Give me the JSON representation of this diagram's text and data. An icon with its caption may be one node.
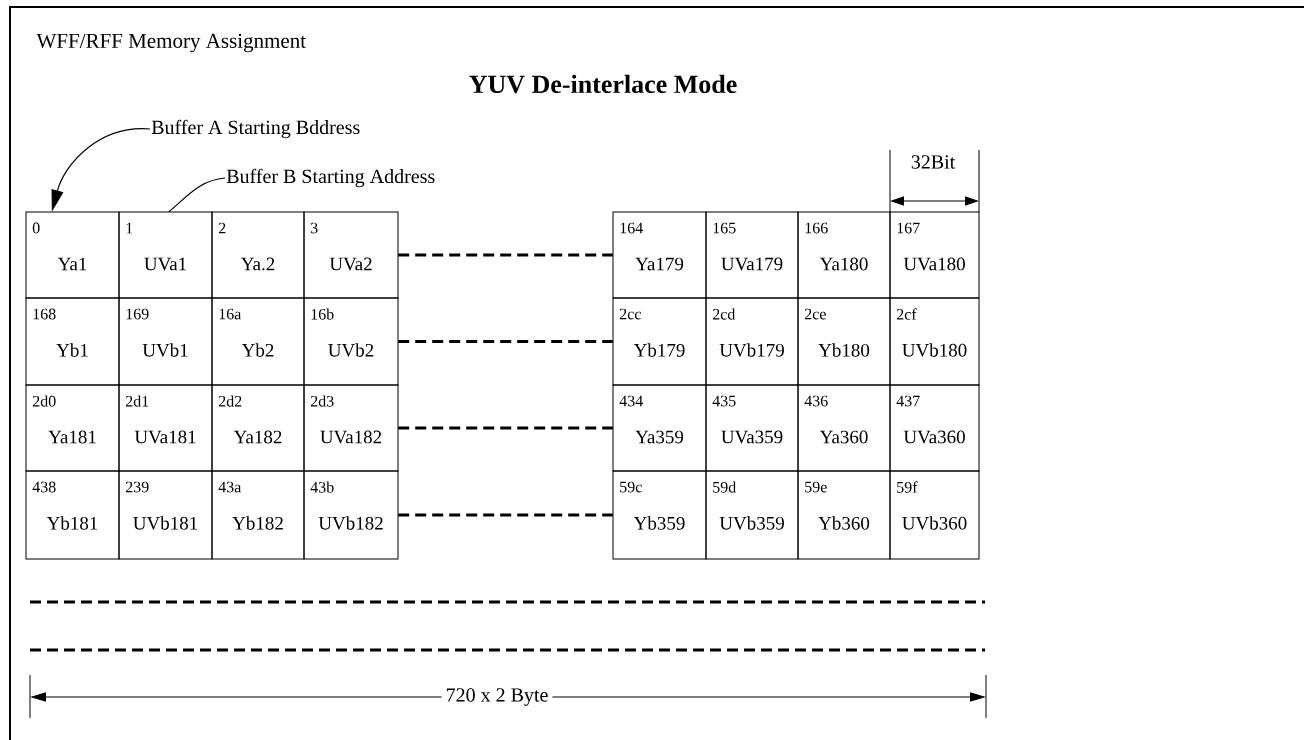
{
  "diagram": {
    "title": "YUV De-interlace Mode",
    "nodes": [
      {
        "text": [
          "Buffer A Starting Bddress"
        ]
      },
      {
        "text": [
          "Buffer B Starting Address"
        ]
      },
      {
        "text": [
          "0",
          "Ya1"
        ]
      },
      {
        "text": [
          "1",
          "UVa1"
        ]
      },
      {
        "text": [
          "2",
          "Ya.2"
        ]
      },
      {
        "text": [
          "3",
          "UVa2"
        ]
      },
      {
        "text": [
          "164",
          "Ya179"
        ]
      },
      {
        "text": [
          "165",
          "UVa179"
        ]
      },
      {
        "text": [
          "166",
          "Ya180"
        ]
      },
      {
        "text": [
          "167",
          "UVa180"
        ]
      },
      {
        "text": [
          "168",
          "Yb1"
        ]
      },
      {
        "text": [
          "169",
          "UVb1"
        ]
      },
      {
        "text": [
          "16a",
          "Yb2"
        ]
      },
      {
        "text": [
          "16b",
          "UVb2"
        ]
      },
      {
        "text": [
          "2cc",
          "Yb179"
        ]
      },
      {
        "text": [
          "2cd",
          "UVb179"
        ]
      },
      {
        "text": [
          "2ce",
          "Yb180"
        ]
      },
      {
        "text": [
          "2cf",
          "UVb180"
        ]
      },
      {
        "text": [
          "2d0",
          "Ya181"
        ]
      },
      {
        "text": [
          "2d1",
          "UVa181"
        ]
      },
      {
        "text": [
          "2d2",
          "Ya182"
        ]
      },
      {
        "text": [
          "2d3",
          "UVa182"
        ]
      },
      {
        "text": [
          "434",
          "Ya359"
        ]
      },
      {
        "text": [
          "435",
          "UVa359"
        ]
      },
      {
        "text": [
          "436",
          "Ya360"
        ]
      },
      {
        "text": [
          "437",
          "UVa360"
        ]
      },
      {
        "text": [
          "438",
          "Yb181"
        ]
      },
      {
        "text": [
          "239",
          "UVb181"
        ]
      },
      {
        "text": [
          "43a",
          "Yb182"
        ]
      },
      {
        "text": [
          "43b",
          "UVb182"
        ]
      },
      {
        "text": [
          "59c",
          "Yb359"
        ]
      },
      {
        "text": [
          "59d",
          "UVb359"
        ]
      },
      {
        "text": [
          "59e",
          "Yb360"
        ]
      },
      {
        "text": [
          "59f",
          "UVb360"
        ]
      }
    ],
    "edges": [
      {
        "from": 0,
        "to": 2,
        "arrow": "to"
      },
      {
        "from": 1,
        "to": 3,
        "arrow": "none"
      },
      {
        "from": 5,
        "to": 6,
        "arrow": "none",
        "style": "dashed"
      },
      {
        "from": 13,
        "to": 14,
        "arrow": "none",
        "style": "dashed"
      },
      {
        "from": 21,
        "to": 22,
        "arrow": "none",
        "style": "dashed"
      },
      {
        "from": 29,
        "to": 30,
        "arrow": "none",
        "style": "dashed"
      }
    ],
    "labels": [
      "WFF/RFF Memory Assignment",
      "32Bit",
      "720 x 2 Byte"
    ]
  }
}
